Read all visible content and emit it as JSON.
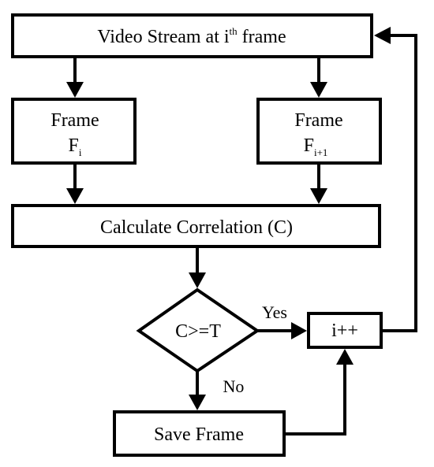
{
  "diagram": {
    "colors": {
      "stroke": "#000000",
      "fill": "#ffffff",
      "text": "#000000"
    },
    "nodes": {
      "video_stream": {
        "text": "Video Stream at i",
        "sup": "th",
        "suffix": " frame"
      },
      "frame_i": {
        "line1": "Frame",
        "line2": "F",
        "sub": "i"
      },
      "frame_i1": {
        "line1": "Frame",
        "line2": "F",
        "sub": "i+1"
      },
      "correlation": {
        "text": "Calculate Correlation (C)"
      },
      "decision": {
        "text": "C>=T"
      },
      "increment": {
        "text": "i++"
      },
      "save_frame": {
        "text": "Save Frame"
      }
    },
    "edges": {
      "yes": "Yes",
      "no": "No"
    }
  }
}
